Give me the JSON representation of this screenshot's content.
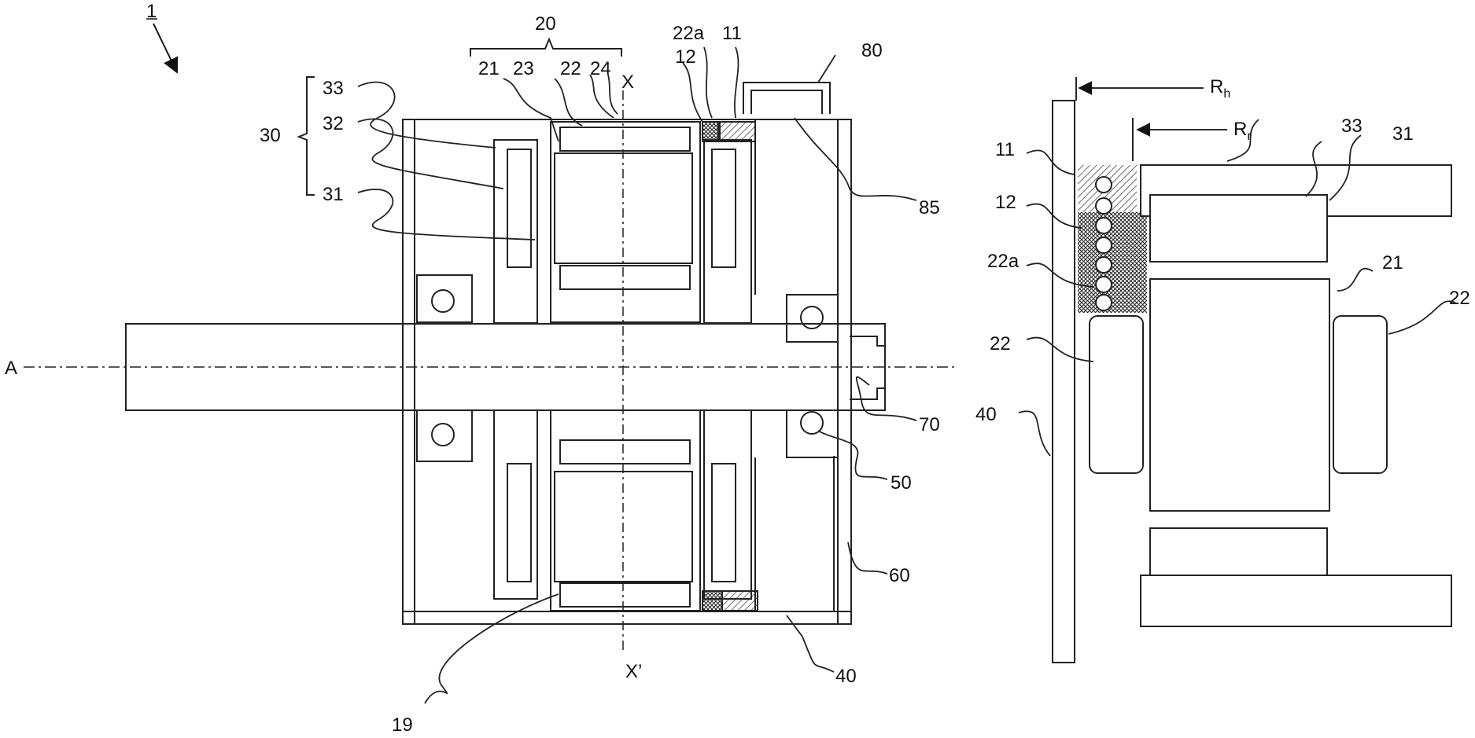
{
  "figure": {
    "ref_main": "1",
    "labels": {
      "l20": "20",
      "l21": "21",
      "l23": "23",
      "l22": "22",
      "l24": "24",
      "lX": "X",
      "l12": "12",
      "l22a": "22a",
      "l11": "11",
      "l80": "80",
      "l30": "30",
      "l33": "33",
      "l32": "32",
      "l31": "31",
      "l85": "85",
      "lA": "A",
      "l70": "70",
      "l50": "50",
      "l60": "60",
      "l40": "40",
      "lXp": "X’",
      "l19": "19"
    },
    "detail_labels": {
      "Rh_base": "R",
      "Rh_sub": "h",
      "Rr_base": "R",
      "Rr_sub": "r",
      "d11": "11",
      "d12": "12",
      "d22a": "22a",
      "d33": "33",
      "d31": "31",
      "d21": "21",
      "d22_left": "22",
      "d22_right": "22",
      "d40": "40"
    }
  }
}
